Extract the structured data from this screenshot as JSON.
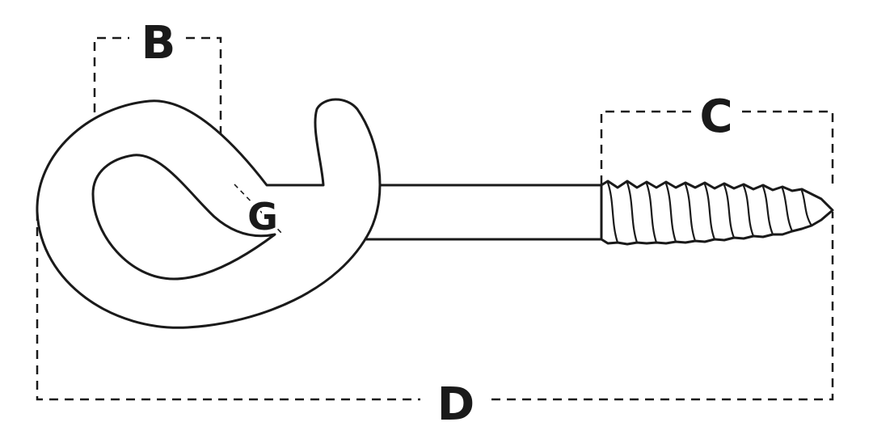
{
  "diagram": {
    "labels": {
      "b": "B",
      "c": "C",
      "d": "D",
      "g": "G"
    },
    "colors": {
      "line": "#1a1a1a",
      "background": "#ffffff"
    }
  }
}
